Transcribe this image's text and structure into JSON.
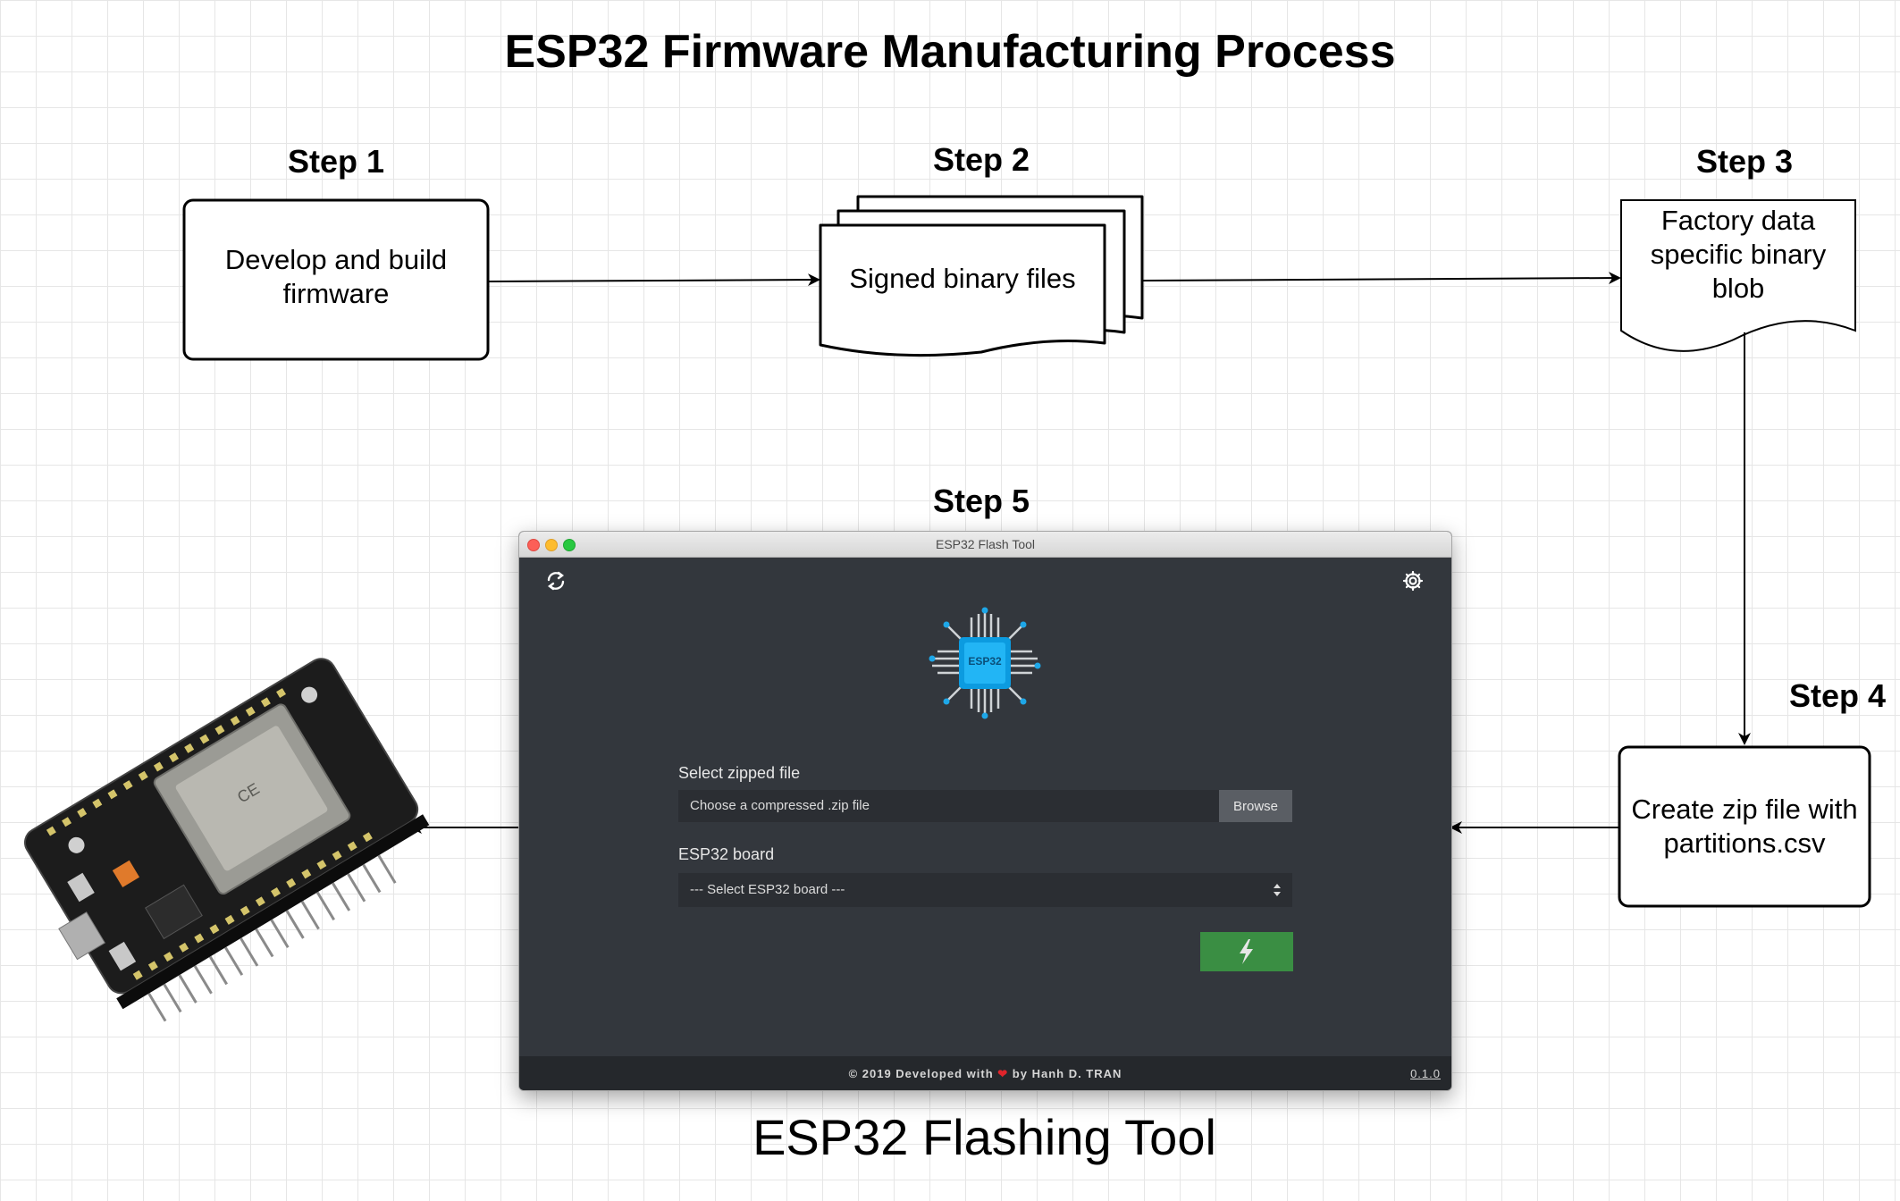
{
  "title": "ESP32 Firmware Manufacturing Process",
  "steps": {
    "step1": {
      "label": "Step 1",
      "text": "Develop and build firmware"
    },
    "step2": {
      "label": "Step 2",
      "text": "Signed binary files"
    },
    "step3": {
      "label": "Step 3",
      "text": "Factory data specific binary blob"
    },
    "step4": {
      "label": "Step 4",
      "text": "Create zip file with partitions.csv"
    },
    "step5": {
      "label": "Step 5"
    }
  },
  "app": {
    "window_title": "ESP32 Flash Tool",
    "refresh_icon": "refresh-icon",
    "settings_icon": "gear-icon",
    "logo_chip_text": "ESP32",
    "zip_label": "Select zipped file",
    "zip_placeholder": "Choose a compressed .zip file",
    "browse_label": "Browse",
    "board_label": "ESP32 board",
    "board_selected": "--- Select ESP32 board ---",
    "flash_icon": "lightning-icon",
    "footer_prefix": "© 2019 Developed with",
    "footer_suffix": "by Hanh D. TRAN",
    "version": "0.1.0",
    "colors": {
      "background": "#33373d",
      "flash_button": "#3a8e43",
      "footer": "#25282c",
      "heart": "#e0242b"
    }
  },
  "caption": "ESP32 Flashing Tool"
}
